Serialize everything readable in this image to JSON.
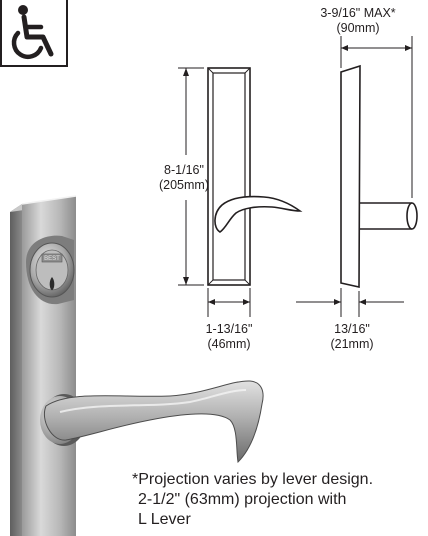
{
  "accessibility_icon": "wheelchair-icon",
  "colors": {
    "ink": "#231f20",
    "metal_light": "#d7d7d7",
    "metal_mid": "#a9a9a9",
    "metal_dark": "#6e6e6e",
    "metal_shadow": "#4a4a4a"
  },
  "cylinder_logo_text": "BEST",
  "dimensions": {
    "max_projection": {
      "imperial": "3-9/16\" MAX*",
      "metric": "(90mm)"
    },
    "height": {
      "imperial": "8-1/16\"",
      "metric": "(205mm)"
    },
    "width": {
      "imperial": "1-13/16\"",
      "metric": "(46mm)"
    },
    "depth": {
      "imperial": "13/16\"",
      "metric": "(21mm)"
    }
  },
  "footnote": {
    "line1": "*Projection varies by lever design.",
    "line2": "2-1/2\" (63mm) projection with",
    "line3": "L Lever"
  }
}
